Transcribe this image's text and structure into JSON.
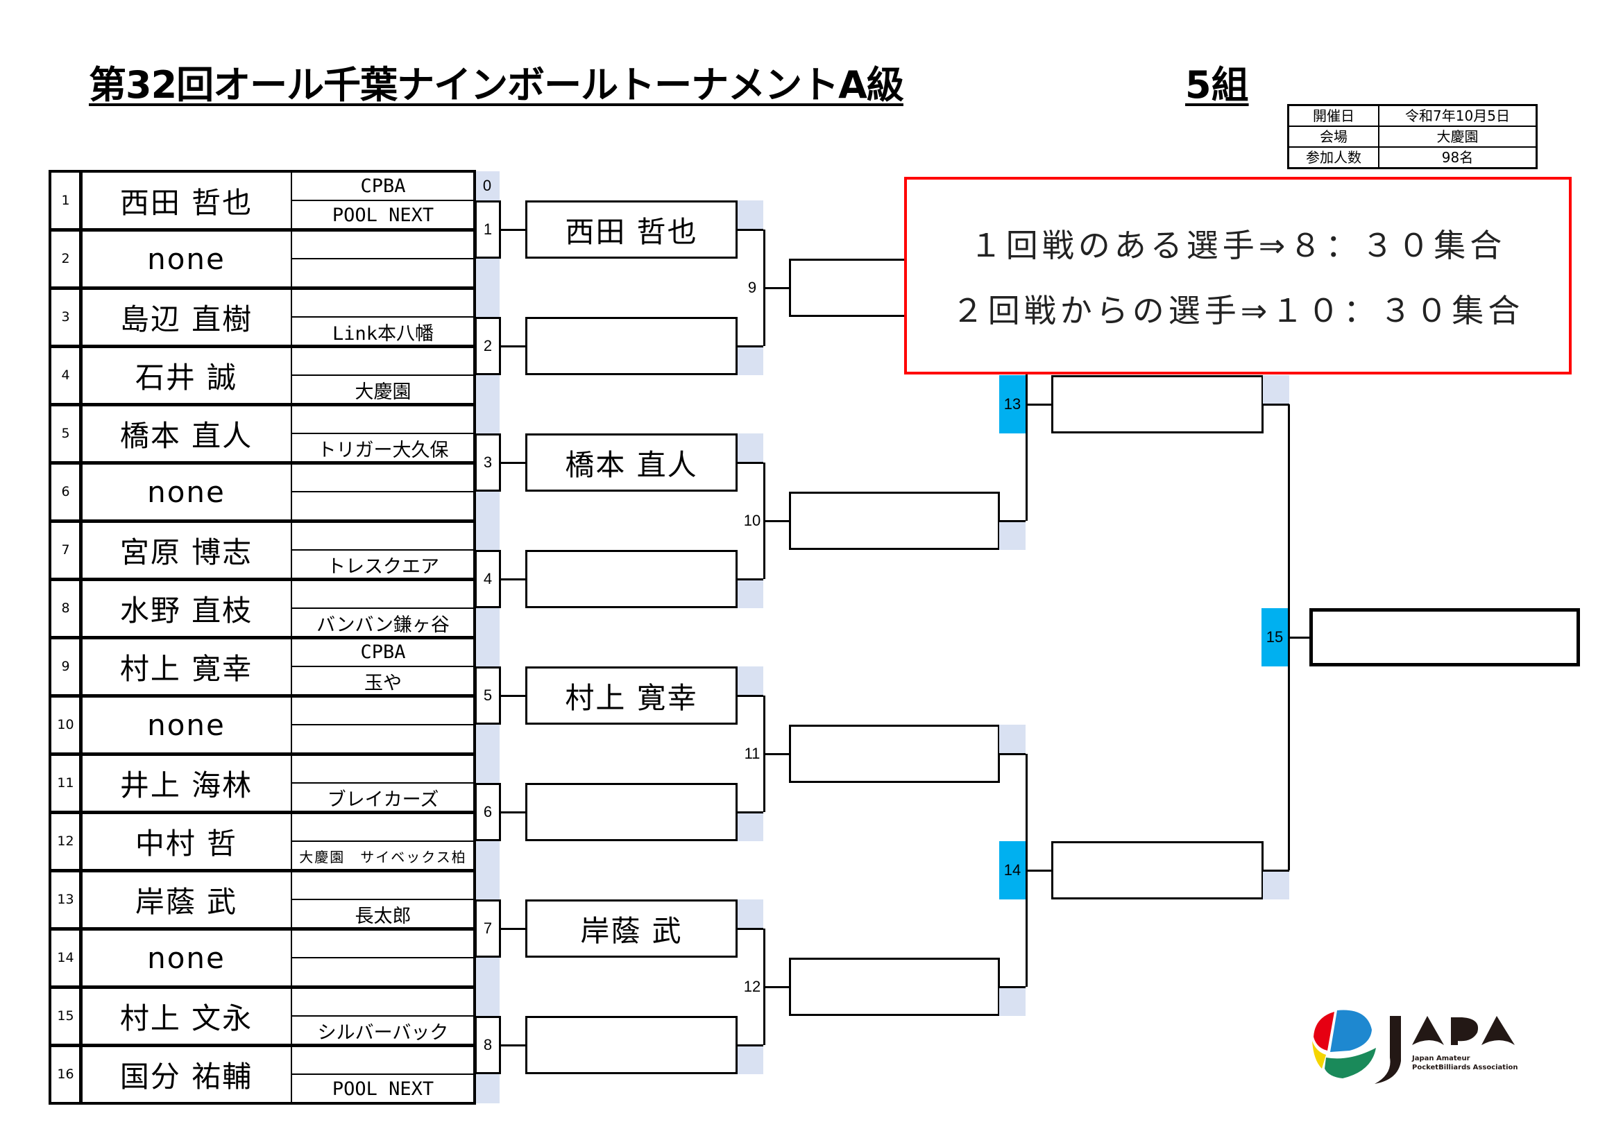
{
  "header": {
    "title": "第32回オール千葉ナインボールトーナメントA級",
    "group": "5組"
  },
  "info": [
    {
      "label": "開催日",
      "value": "令和7年10月5日"
    },
    {
      "label": "会場",
      "value": "大慶園"
    },
    {
      "label": "参加人数",
      "value": "98名"
    }
  ],
  "players": [
    {
      "no": "1",
      "name": "西田 哲也",
      "club1": "CPBA",
      "club2": "POOL NEXT"
    },
    {
      "no": "2",
      "name": "none",
      "club1": "",
      "club2": ""
    },
    {
      "no": "3",
      "name": "島辺 直樹",
      "club1": "",
      "club2": "Link本八幡"
    },
    {
      "no": "4",
      "name": "石井 誠",
      "club1": "",
      "club2": "大慶園"
    },
    {
      "no": "5",
      "name": "橋本 直人",
      "club1": "",
      "club2": "トリガー大久保"
    },
    {
      "no": "6",
      "name": "none",
      "club1": "",
      "club2": ""
    },
    {
      "no": "7",
      "name": "宮原 博志",
      "club1": "",
      "club2": "トレスクエア"
    },
    {
      "no": "8",
      "name": "水野 直枝",
      "club1": "",
      "club2": "バンバン鎌ヶ谷"
    },
    {
      "no": "9",
      "name": "村上 寛幸",
      "club1": "CPBA",
      "club2": "玉や"
    },
    {
      "no": "10",
      "name": "none",
      "club1": "",
      "club2": ""
    },
    {
      "no": "11",
      "name": "井上 海林",
      "club1": "",
      "club2": "ブレイカーズ"
    },
    {
      "no": "12",
      "name": "中村 哲",
      "club1": "",
      "club2": "大慶園　サイベックス柏",
      "small": true
    },
    {
      "no": "13",
      "name": "岸蔭 武",
      "club1": "",
      "club2": "長太郎"
    },
    {
      "no": "14",
      "name": "none",
      "club1": "",
      "club2": ""
    },
    {
      "no": "15",
      "name": "村上 文永",
      "club1": "",
      "club2": "シルバーバック"
    },
    {
      "no": "16",
      "name": "国分 祐輔",
      "club1": "",
      "club2": "POOL NEXT"
    }
  ],
  "match_zero": "0",
  "round1": [
    {
      "match": "1",
      "winner": "西田 哲也"
    },
    {
      "match": "2",
      "winner": ""
    },
    {
      "match": "3",
      "winner": "橋本 直人"
    },
    {
      "match": "4",
      "winner": ""
    },
    {
      "match": "5",
      "winner": "村上 寛幸"
    },
    {
      "match": "6",
      "winner": ""
    },
    {
      "match": "7",
      "winner": "岸蔭 武"
    },
    {
      "match": "8",
      "winner": ""
    }
  ],
  "round2": [
    {
      "match": "9",
      "winner": ""
    },
    {
      "match": "10",
      "winner": ""
    },
    {
      "match": "11",
      "winner": ""
    },
    {
      "match": "12",
      "winner": ""
    }
  ],
  "round3": [
    {
      "match": "13",
      "winner": ""
    },
    {
      "match": "14",
      "winner": ""
    }
  ],
  "final": {
    "match": "15",
    "winner": ""
  },
  "notice": {
    "line1": "１回戦のある選手⇒８：３０集合",
    "line2": "２回戦からの選手⇒１０：３０集合"
  },
  "logo": {
    "text": "JAPA",
    "sub1": "Japan Amateur",
    "sub2": "PocketBilliards Association"
  },
  "colors": {
    "light_blue": "#d9e1f2",
    "cyan": "#00b0f0",
    "notice_border": "#ff0000"
  }
}
